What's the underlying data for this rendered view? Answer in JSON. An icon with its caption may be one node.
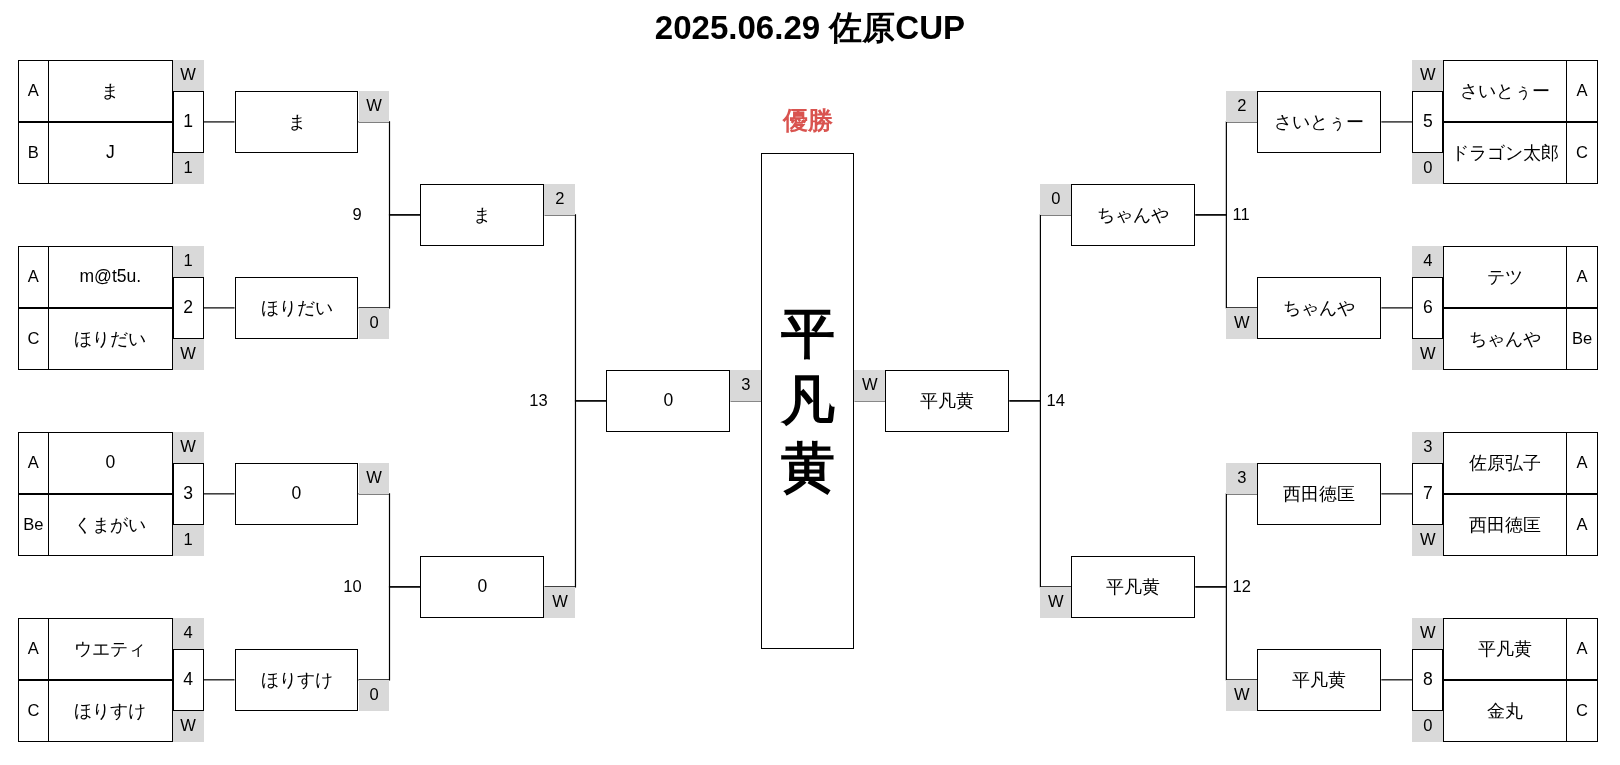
{
  "diagram": {
    "title": "2025.06.29 佐原CUP",
    "nodes": [
      {
        "text": [
          "A",
          "ま"
        ],
        "beside": [
          "W"
        ]
      },
      {
        "text": [
          "B",
          "J"
        ],
        "beside": [
          "1"
        ]
      },
      {
        "text": [
          "1"
        ]
      },
      {
        "text": [
          "ま"
        ],
        "beside": [
          "W"
        ]
      },
      {
        "text": [
          "A",
          "m@t5u."
        ],
        "beside": [
          "1"
        ]
      },
      {
        "text": [
          "C",
          "ほりだい"
        ],
        "beside": [
          "W"
        ]
      },
      {
        "text": [
          "2"
        ]
      },
      {
        "text": [
          "ほりだい"
        ],
        "beside": [
          "0"
        ]
      },
      {
        "text": [
          "ま"
        ],
        "beside": [
          "2"
        ]
      },
      {
        "text": [
          "A",
          "0"
        ],
        "beside": [
          "W"
        ]
      },
      {
        "text": [
          "Be",
          "くまがい"
        ],
        "beside": [
          "1"
        ]
      },
      {
        "text": [
          "3"
        ]
      },
      {
        "text": [
          "0"
        ],
        "beside": [
          "W"
        ]
      },
      {
        "text": [
          "A",
          "ウエティ"
        ],
        "beside": [
          "4"
        ]
      },
      {
        "text": [
          "C",
          "ほりすけ"
        ],
        "beside": [
          "W"
        ]
      },
      {
        "text": [
          "4"
        ]
      },
      {
        "text": [
          "ほりすけ"
        ],
        "beside": [
          "0"
        ]
      },
      {
        "text": [
          "0"
        ],
        "beside": [
          "W"
        ]
      },
      {
        "text": [
          "0"
        ],
        "beside": [
          "3"
        ]
      },
      {
        "text": [
          "優勝",
          "平凡黄"
        ]
      },
      {
        "text": [
          "平凡黄"
        ],
        "beside": [
          "W"
        ]
      },
      {
        "text": [
          "ちゃんや"
        ],
        "beside": [
          "0"
        ]
      },
      {
        "text": [
          "さいとぅー"
        ],
        "beside": [
          "2"
        ]
      },
      {
        "text": [
          "5"
        ]
      },
      {
        "text": [
          "さいとぅー",
          "A"
        ],
        "beside": [
          "W"
        ]
      },
      {
        "text": [
          "ドラゴン太郎",
          "C"
        ],
        "beside": [
          "0"
        ]
      },
      {
        "text": [
          "ちゃんや"
        ],
        "beside": [
          "W"
        ]
      },
      {
        "text": [
          "6"
        ]
      },
      {
        "text": [
          "テツ",
          "A"
        ],
        "beside": [
          "4"
        ]
      },
      {
        "text": [
          "ちゃんや",
          "Be"
        ],
        "beside": [
          "W"
        ]
      },
      {
        "text": [
          "平凡黄"
        ],
        "beside": [
          "W"
        ]
      },
      {
        "text": [
          "西田徳匡"
        ],
        "beside": [
          "3"
        ]
      },
      {
        "text": [
          "7"
        ]
      },
      {
        "text": [
          "佐原弘子",
          "A"
        ],
        "beside": [
          "3"
        ]
      },
      {
        "text": [
          "西田徳匡",
          "A"
        ],
        "beside": [
          "W"
        ]
      },
      {
        "text": [
          "平凡黄"
        ],
        "beside": [
          "W"
        ]
      },
      {
        "text": [
          "8"
        ]
      },
      {
        "text": [
          "平凡黄",
          "A"
        ],
        "beside": [
          "W"
        ]
      },
      {
        "text": [
          "金丸",
          "C"
        ],
        "beside": [
          "0"
        ]
      }
    ],
    "edges": [
      {
        "from": 2,
        "to": 3,
        "arrow": "none"
      },
      {
        "from": 6,
        "to": 7,
        "arrow": "none"
      },
      {
        "from": 3,
        "to": 8,
        "arrow": "none"
      },
      {
        "from": 7,
        "to": 8,
        "arrow": "none"
      },
      {
        "from": 11,
        "to": 12,
        "arrow": "none"
      },
      {
        "from": 15,
        "to": 16,
        "arrow": "none"
      },
      {
        "from": 12,
        "to": 17,
        "arrow": "none"
      },
      {
        "from": 16,
        "to": 17,
        "arrow": "none"
      },
      {
        "from": 8,
        "to": 18,
        "arrow": "none"
      },
      {
        "from": 17,
        "to": 18,
        "arrow": "none"
      },
      {
        "from": 18,
        "to": 19,
        "arrow": "none"
      },
      {
        "from": 20,
        "to": 19,
        "arrow": "none"
      },
      {
        "from": 21,
        "to": 20,
        "arrow": "none"
      },
      {
        "from": 30,
        "to": 20,
        "arrow": "none"
      },
      {
        "from": 22,
        "to": 21,
        "arrow": "none"
      },
      {
        "from": 26,
        "to": 21,
        "arrow": "none"
      },
      {
        "from": 23,
        "to": 22,
        "arrow": "none"
      },
      {
        "from": 27,
        "to": 26,
        "arrow": "none"
      },
      {
        "from": 31,
        "to": 30,
        "arrow": "none"
      },
      {
        "from": 35,
        "to": 30,
        "arrow": "none"
      },
      {
        "from": 32,
        "to": 31,
        "arrow": "none"
      },
      {
        "from": 36,
        "to": 35,
        "arrow": "none"
      }
    ],
    "labels": [
      "9",
      "11",
      "13",
      "14",
      "10",
      "12"
    ]
  }
}
